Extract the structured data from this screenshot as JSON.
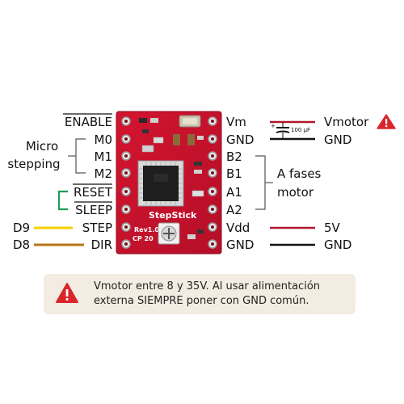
{
  "board": {
    "brand_text": "StepStick",
    "rev_text": "Rev1.0",
    "year_text": "CP 20",
    "cap_value": "100 µF"
  },
  "left_pins": {
    "enable": "ENABLE",
    "m0": "M0",
    "m1": "M1",
    "m2": "M2",
    "reset": "RESET",
    "sleep": "SLEEP",
    "step": "STEP",
    "dir": "DIR"
  },
  "right_pins": {
    "vm": "Vm",
    "gnd_top": "GND",
    "b2": "B2",
    "b1": "B1",
    "a1": "A1",
    "a2": "A2",
    "vdd": "Vdd",
    "gnd_bottom": "GND"
  },
  "groups": {
    "micro_line1": "Micro",
    "micro_line2": "stepping",
    "phases_line1": "A fases",
    "phases_line2": "motor"
  },
  "connections": {
    "d9": "D9",
    "d8": "D8",
    "vmotor": "Vmotor",
    "gnd_motor": "GND",
    "five_v": "5V",
    "gnd_logic": "GND"
  },
  "note": {
    "text": "Vmotor entre 8 y 35V. Al usar alimentación externa SIEMPRE poner con GND común."
  },
  "colors": {
    "pcb_red": "#c8102e",
    "step_wire": "#f5d000",
    "dir_wire": "#b8741a",
    "bridge_green": "#1f9e57",
    "power_red": "#b0172b",
    "warning_red": "#d9262b"
  }
}
